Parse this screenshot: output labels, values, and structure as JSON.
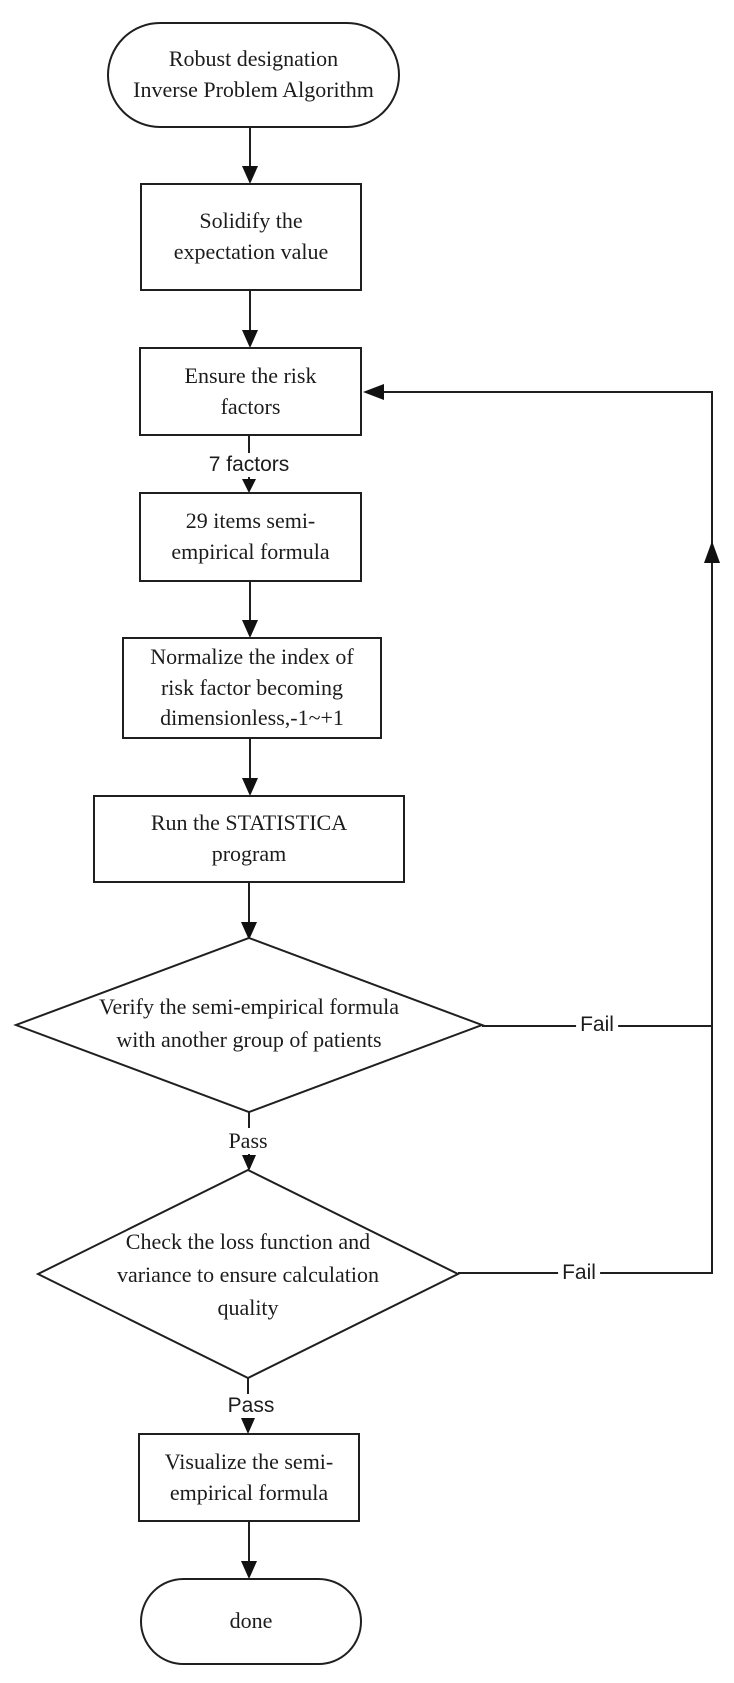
{
  "colors": {
    "line": "#1f1f1f",
    "text": "#1c1c1c",
    "background": "#ffffff"
  },
  "nodes": {
    "start": {
      "type": "terminator",
      "label": "Robust designation\nInverse Problem Algorithm"
    },
    "solidify": {
      "type": "process",
      "label": "Solidify the\nexpectation value"
    },
    "ensure": {
      "type": "process",
      "label": "Ensure the risk\nfactors"
    },
    "items29": {
      "type": "process",
      "label": "29 items semi-\nempirical formula"
    },
    "normalize": {
      "type": "process",
      "label": "Normalize the index of\nrisk factor becoming\ndimensionless,-1~+1"
    },
    "run": {
      "type": "process",
      "label": "Run the STATISTICA\nprogram"
    },
    "verify": {
      "type": "decision",
      "label": "Verify the semi-empirical formula\nwith another group of patients"
    },
    "check": {
      "type": "decision",
      "label": "Check the loss function and\nvariance to ensure calculation\nquality"
    },
    "visualize": {
      "type": "process",
      "label": "Visualize the semi-\nempirical formula"
    },
    "done": {
      "type": "terminator",
      "label": "done"
    }
  },
  "edge_labels": {
    "seven_factors": "7 factors",
    "pass1": "Pass",
    "fail1": "Fail",
    "pass2": "Pass",
    "fail2": "Fail"
  }
}
